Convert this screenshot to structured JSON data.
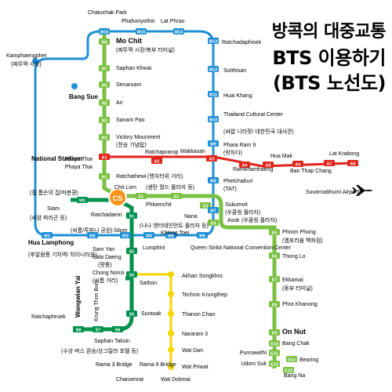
{
  "title": {
    "line1": "방콕의 대중교통",
    "line2": "BTS 이용하기",
    "line3": "(BTS 노선도)"
  },
  "colors": {
    "sukhumvit": "#7ac143",
    "silom": "#00914c",
    "gold": "#f6d600",
    "airport": "#e2231a",
    "mrt_blue": "#1e8fd6",
    "mrt_yellow": "#ffe500",
    "cs": "#f7941d"
  },
  "lines": {
    "sukhumvit_north": [
      {
        "code": "N8",
        "name": "Mo Chit",
        "sub": "(짜뚜짝 시장/북부 터미널)"
      },
      {
        "code": "N7",
        "name": "Saphan Khwai"
      },
      {
        "code": "N5",
        "name": "Senaruam"
      },
      {
        "code": "N5",
        "name": "Ari"
      },
      {
        "code": "N3",
        "name": "Sanam Pao"
      },
      {
        "code": "N3",
        "name": "Victory Mounment",
        "sub": "(전승 기념탑)"
      },
      {
        "code": "N2",
        "name": "Phaya Thai"
      },
      {
        "code": "N1",
        "name": "Ratchathewi",
        "sub": "(렛차터위 거리)"
      }
    ],
    "sukhumvit_center": {
      "code": "CS",
      "name": "SIAM"
    },
    "sukhumvit_east": [
      {
        "code": "E1",
        "name": "Chit Lom",
        "sub": "(센탄 월드 플라자 등)"
      },
      {
        "code": "E2",
        "name": "Phloenchit"
      },
      {
        "code": "E3",
        "name": "Nana",
        "sub": "(나나 엔터테인먼트 플라자 등)"
      },
      {
        "code": "E4",
        "name": "Asok",
        "sub": "(쑤쿰윗 플라자)"
      },
      {
        "code": "E5",
        "name": "Phrom Phong",
        "sub": "(엠포리움 백화점)"
      },
      {
        "code": "E6",
        "name": "Thong Lo"
      },
      {
        "code": "E7",
        "name": "Ekkamai",
        "sub": "(동부 터미널)"
      },
      {
        "code": "E8",
        "name": "Phra Khanong"
      },
      {
        "code": "E9",
        "name": "On Nut"
      },
      {
        "code": "E10",
        "name": "Bang Chak"
      },
      {
        "code": "E11",
        "name": "Punnawithi"
      },
      {
        "code": "E12",
        "name": "Udom Suk"
      },
      {
        "code": "E13",
        "name": "Bang Na"
      },
      {
        "code": "E14",
        "name": "Bearing"
      }
    ],
    "silom": [
      {
        "code": "W1",
        "name": "National Stadium",
        "sub": "(짐 톰슨의 집/마분콩)"
      },
      {
        "code": "S1",
        "name": "Ratchadamri"
      },
      {
        "code": "S2",
        "name": "Sala Daeng",
        "sub": "(팟퐁)"
      },
      {
        "code": "S3",
        "name": "Chong Nonsi",
        "sub": "(씨롬 거리)"
      },
      {
        "code": "S5",
        "name": "Surasak"
      },
      {
        "code": "S6",
        "name": "Saphan Taksin",
        "sub": "(수상 버스 환승/상그릴라 호텔 등)"
      },
      {
        "code": "S7",
        "name": "Krung Thon Buri"
      },
      {
        "code": "S8",
        "name": "Wongwian Yai"
      }
    ],
    "airport_link": [
      {
        "code": "A1",
        "name": "Phaya Thai"
      },
      {
        "code": "A2",
        "name": "Ratchaprarop"
      },
      {
        "code": "A3",
        "name": "Makkasan"
      },
      {
        "code": "A4",
        "name": "Ramkhamhaeng"
      },
      {
        "code": "A5",
        "name": "Hua Mak"
      },
      {
        "code": "A6",
        "name": "Ban Thap Chang"
      },
      {
        "code": "A7",
        "name": "Lat Krabong"
      },
      {
        "code": "A8",
        "name": "Suvarnabhumi Airport"
      }
    ],
    "mrt_blue_stations": [
      {
        "code": "M16",
        "name": "Chatuchak Park"
      },
      {
        "code": "M15",
        "name": "Phahonyothin"
      },
      {
        "code": "M14",
        "name": "Lat Phrao"
      },
      {
        "code": "M13",
        "name": "Ratchadaphisek"
      },
      {
        "code": "M12",
        "name": "Sutthisan"
      },
      {
        "code": "M11",
        "name": "Huai Khang"
      },
      {
        "code": "M10",
        "name": "Thailand Cultural Center",
        "sub": "(싸얍 니라핏/ 대한민국 대사관)"
      },
      {
        "code": "M9",
        "name": "Phara Ram 9",
        "sub": "(랏차다)"
      },
      {
        "code": "M8",
        "name": "Phetchaburi",
        "sub": "(TAT)"
      },
      {
        "code": "M7",
        "name": "Sukumvit",
        "sub": "(쑤쿰윗 플라자)"
      },
      {
        "code": "M6",
        "name": "Queen Sirikit National Convention Center"
      },
      {
        "code": "M5",
        "name": "Khlong Toei"
      },
      {
        "code": "M4",
        "name": "Lumphini"
      },
      {
        "code": "M3",
        "name": "Silom"
      },
      {
        "code": "M2",
        "name": "Sam Yan"
      },
      {
        "code": "M1",
        "name": "Hua Lamphong",
        "sub": "(후알람퐁 기차역/ 차이나타운)"
      },
      {
        "code": "",
        "name": "Kamphaengphet",
        "sub": "(짜뚜짝 시장)"
      },
      {
        "code": "",
        "name": "Bang Sue"
      }
    ],
    "gold_stations": [
      "Akhan Songkhro",
      "Technic Krungthep",
      "Thanon Chan",
      "Nararam 3",
      "Wat Dan",
      "Wat Priwat",
      "Wat Dokmai",
      "Charoenrat",
      "Rama 9 Bridge",
      "Rama 3 Bridge",
      "Sathon"
    ],
    "other_labels": {
      "ratchaphruek": "Ratchaphruek",
      "siam_sub": "(씨암 파라곤 등)",
      "siam_name": "Siam",
      "silom_sub": "(씨롬/루피니 공원)"
    }
  }
}
